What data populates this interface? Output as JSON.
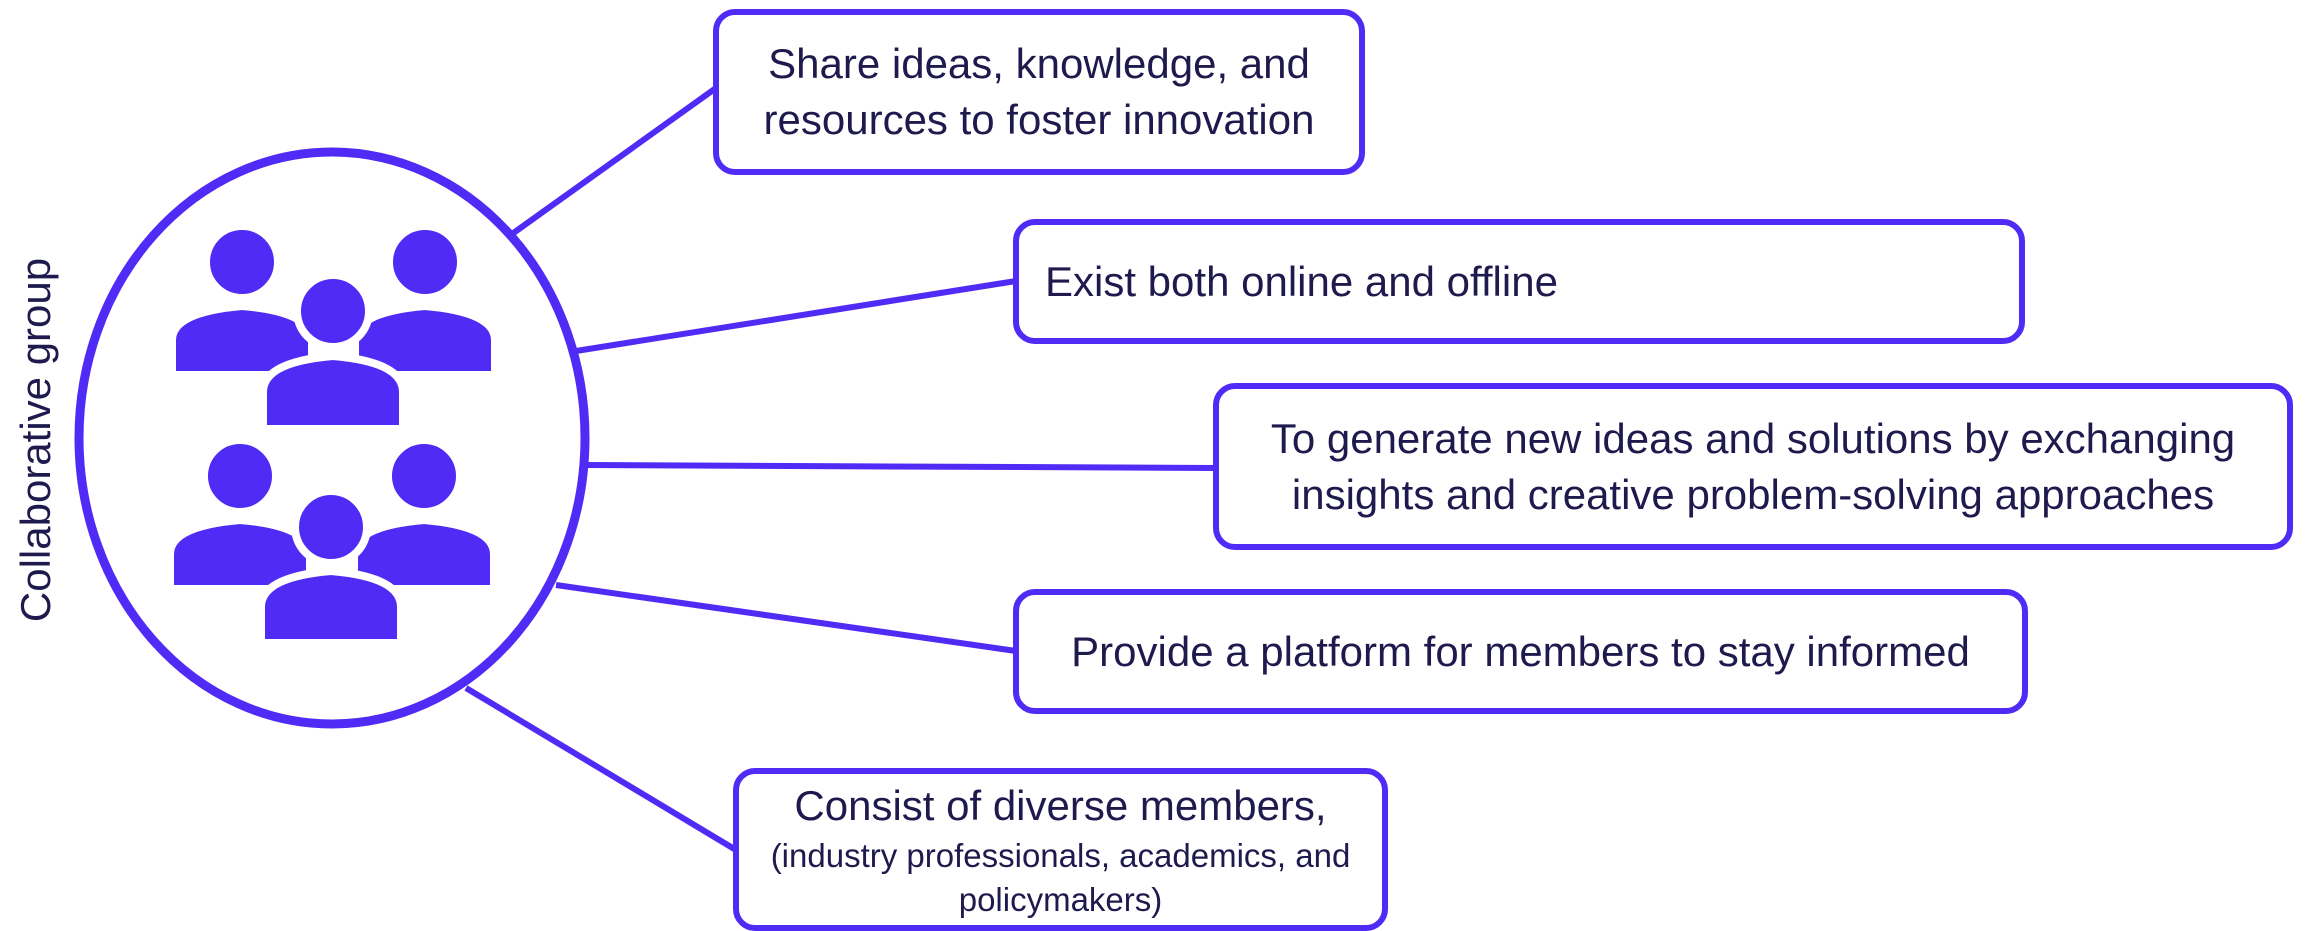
{
  "side_label": "Collaborative group",
  "colors": {
    "accent": "#4f2bf5",
    "text": "#1f1a4d",
    "background": "#ffffff"
  },
  "hub_icon": "group-of-people-icon",
  "boxes": [
    {
      "main": "Share ideas, knowledge, and resources to foster innovation"
    },
    {
      "main": "Exist both online and offline"
    },
    {
      "main": "To generate new ideas and solutions by exchanging insights and creative problem-solving approaches"
    },
    {
      "main": "Provide a platform for members to stay informed"
    },
    {
      "main": "Consist of diverse members,",
      "sub": "(industry professionals, academics, and policymakers)"
    }
  ]
}
